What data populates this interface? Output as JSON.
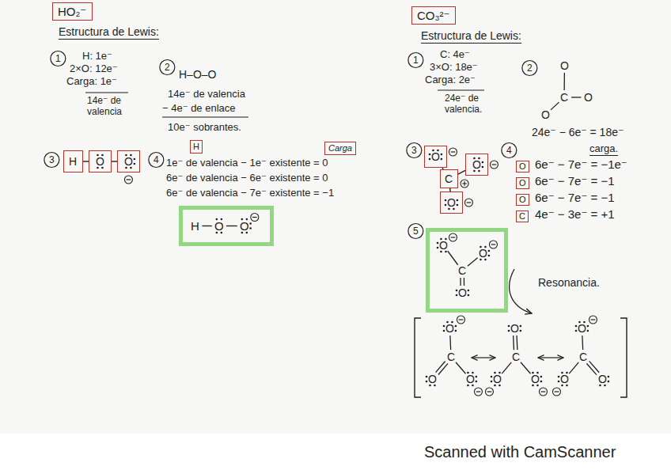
{
  "diagram": {
    "nodes": [
      {
        "text": [
          "HO₂⁻"
        ]
      },
      {
        "text": [
          "H"
        ]
      },
      {
        "text": [
          "O"
        ]
      },
      {
        "text": [
          "O"
        ]
      },
      {
        "text": [
          "H"
        ]
      },
      {
        "text": [
          "Carga"
        ]
      },
      {
        "text": [
          "H",
          "O",
          "O"
        ]
      },
      {
        "text": [
          "CO₃²⁻"
        ]
      },
      {
        "text": [
          "O"
        ]
      },
      {
        "text": [
          "C"
        ]
      },
      {
        "text": [
          "O"
        ]
      },
      {
        "text": [
          "O"
        ]
      },
      {
        "text": [
          "O"
        ]
      },
      {
        "text": [
          "O"
        ]
      },
      {
        "text": [
          "O"
        ]
      },
      {
        "text": [
          "C"
        ]
      },
      {
        "text": [
          "O",
          "O",
          "C",
          "O"
        ]
      }
    ],
    "edges": [
      {
        "from": 1,
        "to": 2,
        "arrow": "none"
      },
      {
        "from": 2,
        "to": 3,
        "arrow": "none"
      },
      {
        "from": 9,
        "to": 8,
        "arrow": "none"
      },
      {
        "from": 9,
        "to": 10,
        "arrow": "none"
      },
      {
        "from": 9,
        "to": 11,
        "arrow": "none"
      }
    ],
    "labels": [
      "Estructura de Lewis:",
      "1",
      "H: 1e⁻",
      "2×O: 12e⁻",
      "Carga: 1e⁻",
      "14e⁻ de valencia",
      "2",
      "H–O–O",
      "14e⁻ de valencia",
      "− 4e⁻ de enlace",
      "10e⁻ sobrantes.",
      "3",
      "4",
      "1e⁻ de valencia − 1e⁻ existente = 0",
      "6e⁻ de valencia − 6e⁻ existente = 0",
      "6e⁻ de valencia − 7e⁻ existente = −1",
      "Estructura de Lewis:",
      "1",
      "C: 4e⁻",
      "3×O: 18e⁻",
      "Carga: 2e⁻",
      "24e⁻ de valencia.",
      "2",
      "O",
      "C",
      "O",
      "O",
      "24e⁻ − 6e⁻ = 18e⁻",
      "3",
      "4",
      "carga.",
      "6e⁻ − 7e⁻ = −1e⁻",
      "6e⁻ − 7e⁻ = −1",
      "6e⁻ − 7e⁻ = −1",
      "4e⁻ − 3e⁻ = +1",
      "5",
      "Resonancia.",
      "O",
      "C",
      "O",
      "O",
      "O",
      "C",
      "O",
      "O",
      "O",
      "C",
      "O",
      "O",
      "Scanned with CamScanner"
    ]
  }
}
